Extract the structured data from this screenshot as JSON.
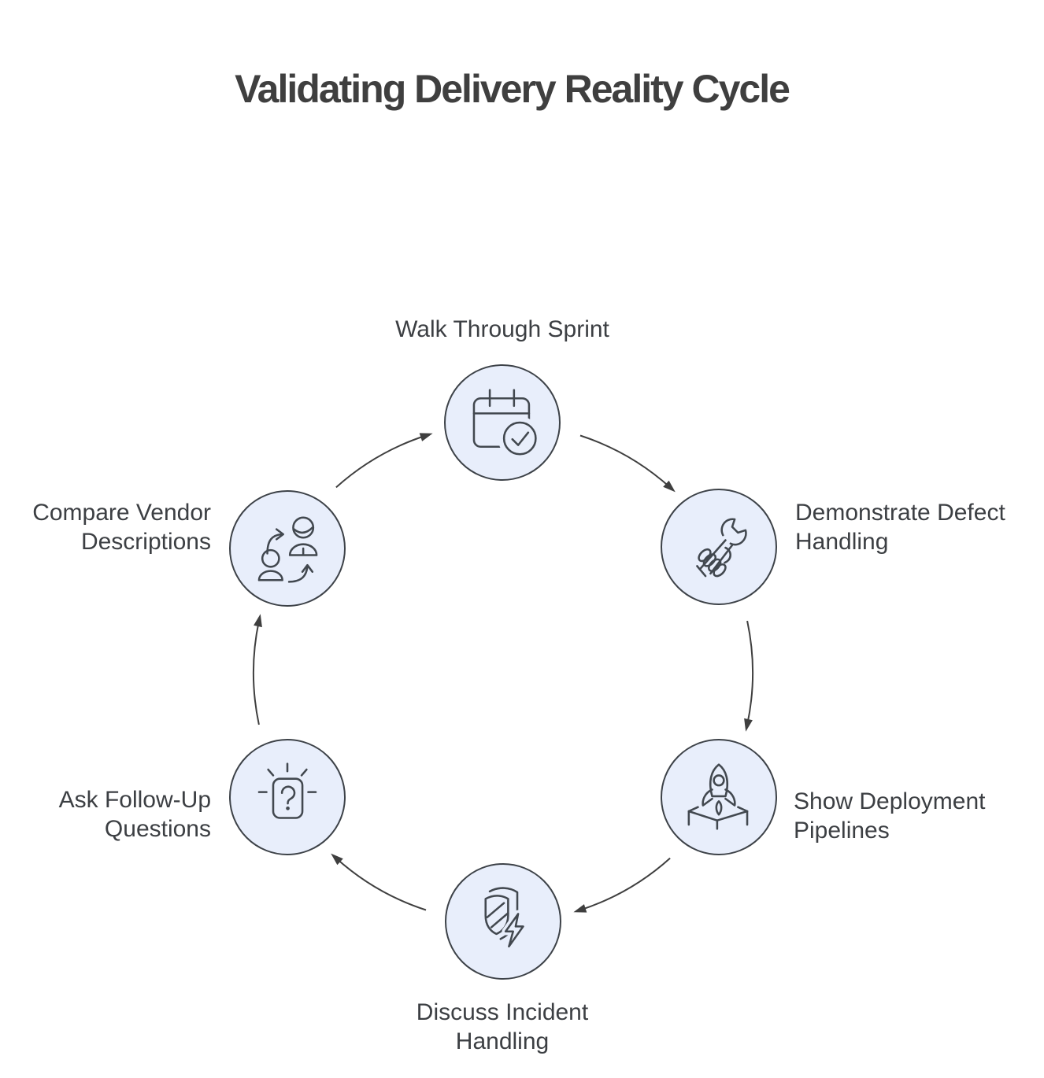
{
  "title": "Validating Delivery Reality Cycle",
  "diagram": {
    "type": "cycle",
    "direction": "clockwise",
    "nodes": [
      {
        "id": "walk-through-sprint",
        "label": "Walk Through Sprint",
        "label_lines": [
          "Walk Through Sprint"
        ],
        "icon": "calendar-check-icon",
        "position": "top"
      },
      {
        "id": "demonstrate-defect-handling",
        "label": "Demonstrate Defect Handling",
        "label_lines": [
          "Demonstrate Defect",
          "Handling"
        ],
        "icon": "wrench-hand-icon",
        "position": "top-right"
      },
      {
        "id": "show-deployment-pipelines",
        "label": "Show Deployment Pipelines",
        "label_lines": [
          "Show Deployment",
          "Pipelines"
        ],
        "icon": "rocket-launch-icon",
        "position": "bottom-right"
      },
      {
        "id": "discuss-incident-handling",
        "label": "Discuss Incident Handling",
        "label_lines": [
          "Discuss Incident",
          "Handling"
        ],
        "icon": "shield-bolt-icon",
        "position": "bottom"
      },
      {
        "id": "ask-follow-up-questions",
        "label": "Ask Follow-Up Questions",
        "label_lines": [
          "Ask Follow-Up",
          "Questions"
        ],
        "icon": "question-card-icon",
        "position": "bottom-left"
      },
      {
        "id": "compare-vendor-descriptions",
        "label": "Compare Vendor Descriptions",
        "label_lines": [
          "Compare Vendor",
          "Descriptions"
        ],
        "icon": "people-swap-icon",
        "position": "top-left"
      }
    ],
    "arrow_count": 6
  },
  "colors": {
    "background": "#ffffff",
    "node_fill": "#e8eefb",
    "node_border": "#3d4248",
    "icon_stroke": "#42484f",
    "arrow": "#3f3f3f",
    "label_text": "#3c3f43",
    "title_text": "#3f3f3f"
  }
}
